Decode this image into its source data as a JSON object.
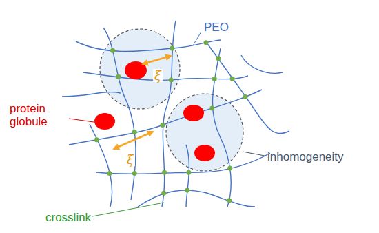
{
  "diagram": {
    "labels": [
      "PEO",
      "protein globule",
      "inhomogeneity",
      "crosslink",
      "ξ",
      "ξ"
    ]
  }
}
